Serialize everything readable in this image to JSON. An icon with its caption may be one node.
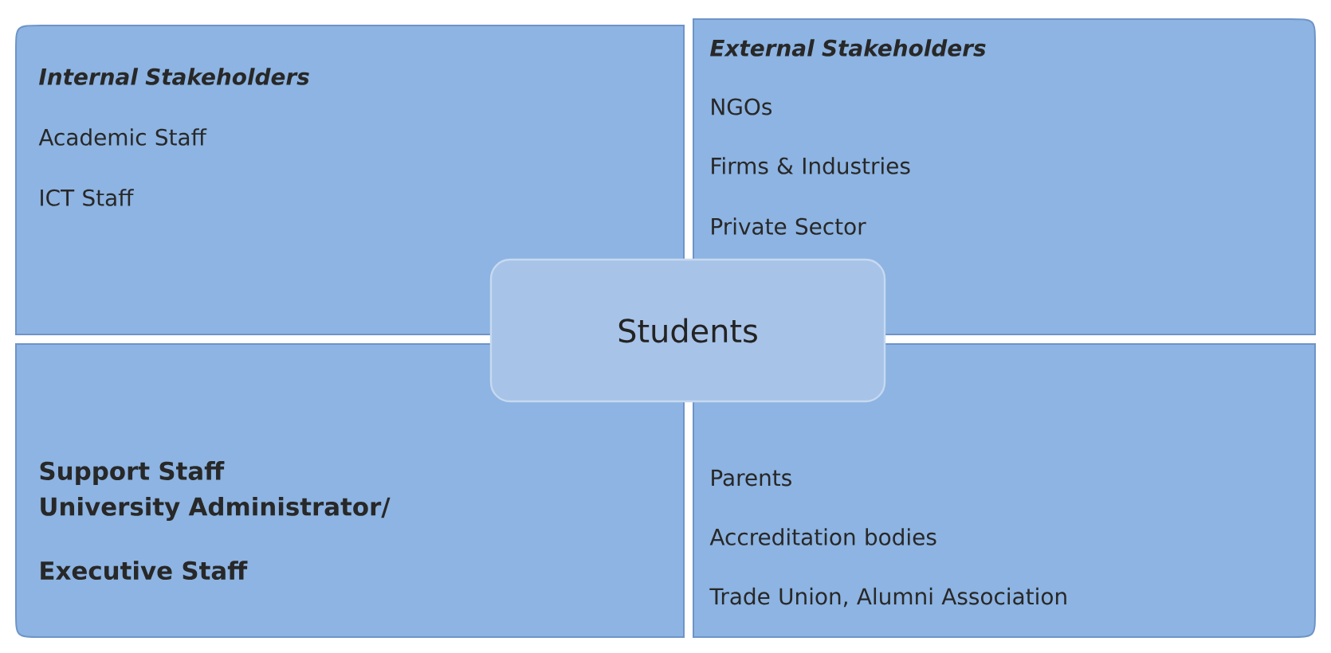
{
  "diagram": {
    "nodes": [
      {
        "text": [
          "Internal Stakeholders",
          "Academic Staff",
          "ICT Staff"
        ]
      },
      {
        "text": [
          "External Stakeholders",
          "NGOs",
          "Firms & Industries",
          "Private Sector"
        ]
      },
      {
        "text": [
          "Support Staff",
          "University Administrator/ Executive Staff"
        ]
      },
      {
        "text": [
          "Parents",
          "Accreditation bodies",
          "Trade Union, Alumni Association"
        ]
      },
      {
        "text": [
          "Students"
        ]
      }
    ]
  }
}
